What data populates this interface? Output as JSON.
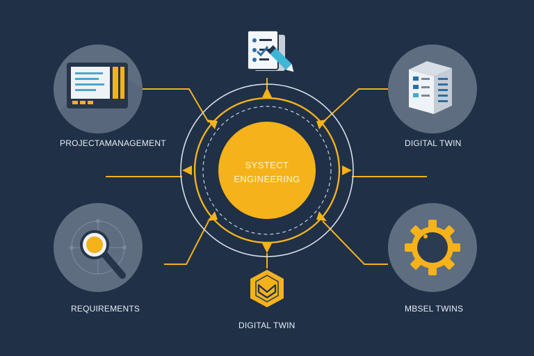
{
  "center": {
    "line1": "SYSTECT",
    "line2": "ENGINEERING"
  },
  "nodes": {
    "project_management": {
      "label": "PROJECTAMANAGEMENT",
      "icon": "monitor-dashboard-icon"
    },
    "digital_twin_top": {
      "label": "DIGITAL TWIN",
      "icon": "server-building-icon"
    },
    "requirements": {
      "label": "REQUIREMENTS",
      "icon": "magnifier-icon"
    },
    "mbse_twins": {
      "label": "MBSEL TWINS",
      "icon": "gear-icon"
    },
    "digital_twin_bottom": {
      "label": "DIGITAL TWIN",
      "icon": "hexagon-chevron-icon"
    },
    "checklist": {
      "label": "",
      "icon": "checklist-pencil-icon"
    }
  },
  "colors": {
    "background": "#1f3047",
    "accent": "#f5b21b",
    "circle_fill": "#5e6d80",
    "line": "#d9dfe6"
  }
}
